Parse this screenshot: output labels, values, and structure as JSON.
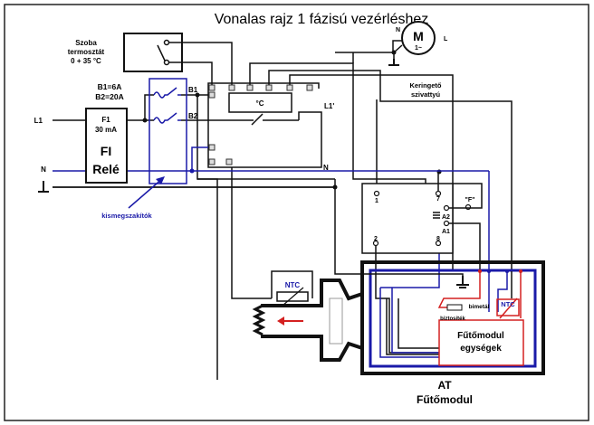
{
  "title": "Vonalas rajz 1 fázisú vezérléshez",
  "thermostat": {
    "line1": "Szoba",
    "line2": "termosztát",
    "line3": "0 + 35 °C"
  },
  "breakers": {
    "b1_rating": "B1=6A",
    "b2_rating": "B2=20A",
    "b1": "B1",
    "b2": "B2",
    "label": "kismegszakítók"
  },
  "fi_relay": {
    "f1": "F1",
    "current": "30 mA",
    "fi": "FI",
    "rele": "Relé"
  },
  "lines": {
    "l1": "L1",
    "n": "N",
    "l1_prime": "L1'",
    "n2": "N"
  },
  "controller": {
    "temp_unit": "°C"
  },
  "motor": {
    "m": "M",
    "phase": "1~",
    "n": "N",
    "l": "L"
  },
  "pump": {
    "line1": "Keringető",
    "line2": "szivattyú"
  },
  "relay": {
    "t1": "1",
    "t7": "7",
    "t2": "2",
    "t8": "8",
    "a1": "A1",
    "a2": "A2",
    "f": "\"F\""
  },
  "ntc": {
    "outer": "NTC",
    "inner": "NTC"
  },
  "module": {
    "bimetal": "bimetál",
    "fuse": "biztosíték",
    "units1": "Fűtőmodul",
    "units2": "egységek",
    "at": "AT",
    "name": "Fűtőmodul"
  },
  "colors": {
    "wire": "#111111",
    "neutral": "#1a1aa8",
    "heater": "#d42020"
  }
}
